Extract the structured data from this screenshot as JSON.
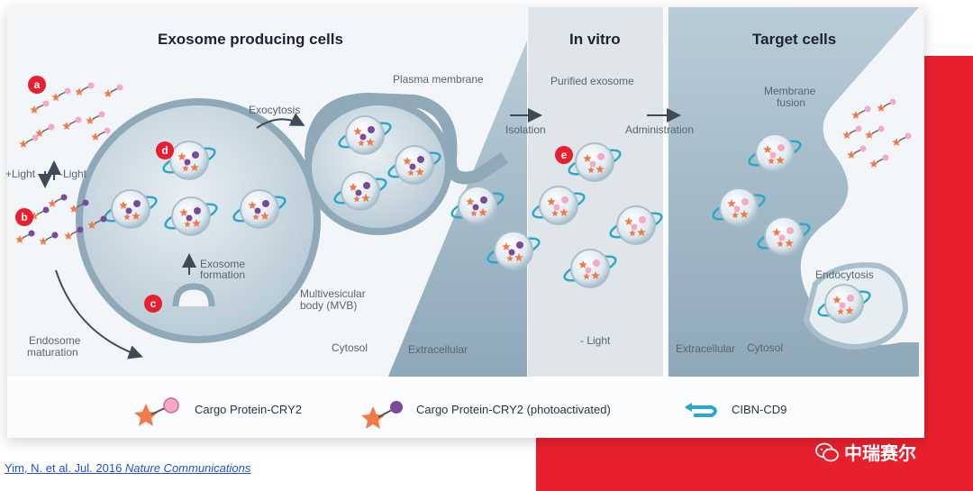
{
  "sections": {
    "producing": "Exosome producing cells",
    "invitro": "In vitro",
    "target": "Target cells"
  },
  "labels": {
    "plasma_membrane": "Plasma membrane",
    "purified_exosome": "Purified exosome",
    "exocytosis": "Exocytosis",
    "isolation": "Isolation",
    "administration": "Administration",
    "membrane_fusion_1": "Membrane",
    "membrane_fusion_2": "fusion",
    "plus_light": "+Light",
    "minus_light_side": "-Light",
    "exosome_formation_1": "Exosome",
    "exosome_formation_2": "formation",
    "mvb_1": "Multivesicular",
    "mvb_2": "body (MVB)",
    "cytosol_left": "Cytosol",
    "extracellular_left": "Extracellular",
    "minus_light": "- Light",
    "extracellular_right": "Extracellular",
    "cytosol_right": "Cytosol",
    "endocytosis": "Endocytosis",
    "endosome_1": "Endosome",
    "endosome_2": "maturation"
  },
  "steps": {
    "a": "a",
    "b": "b",
    "c": "c",
    "d": "d",
    "e": "e"
  },
  "legend": {
    "cargo": "Cargo Protein-CRY2",
    "cargo_active": "Cargo Protein-CRY2 (photoactivated)",
    "cibn": "CIBN-CD9"
  },
  "citation": {
    "authors": "Yim, N. et al. Jul. 2016 ",
    "journal": "Nature Communications"
  },
  "brand": {
    "name": "中瑞赛尔"
  },
  "colors": {
    "accent_red": "#e8202e",
    "membrane": "#9fb9c8",
    "cargo_star": "#f07a4a",
    "cry2": "#f5a8c8",
    "cry2_active": "#7a4a9a",
    "cibn": "#2aa7c9"
  }
}
